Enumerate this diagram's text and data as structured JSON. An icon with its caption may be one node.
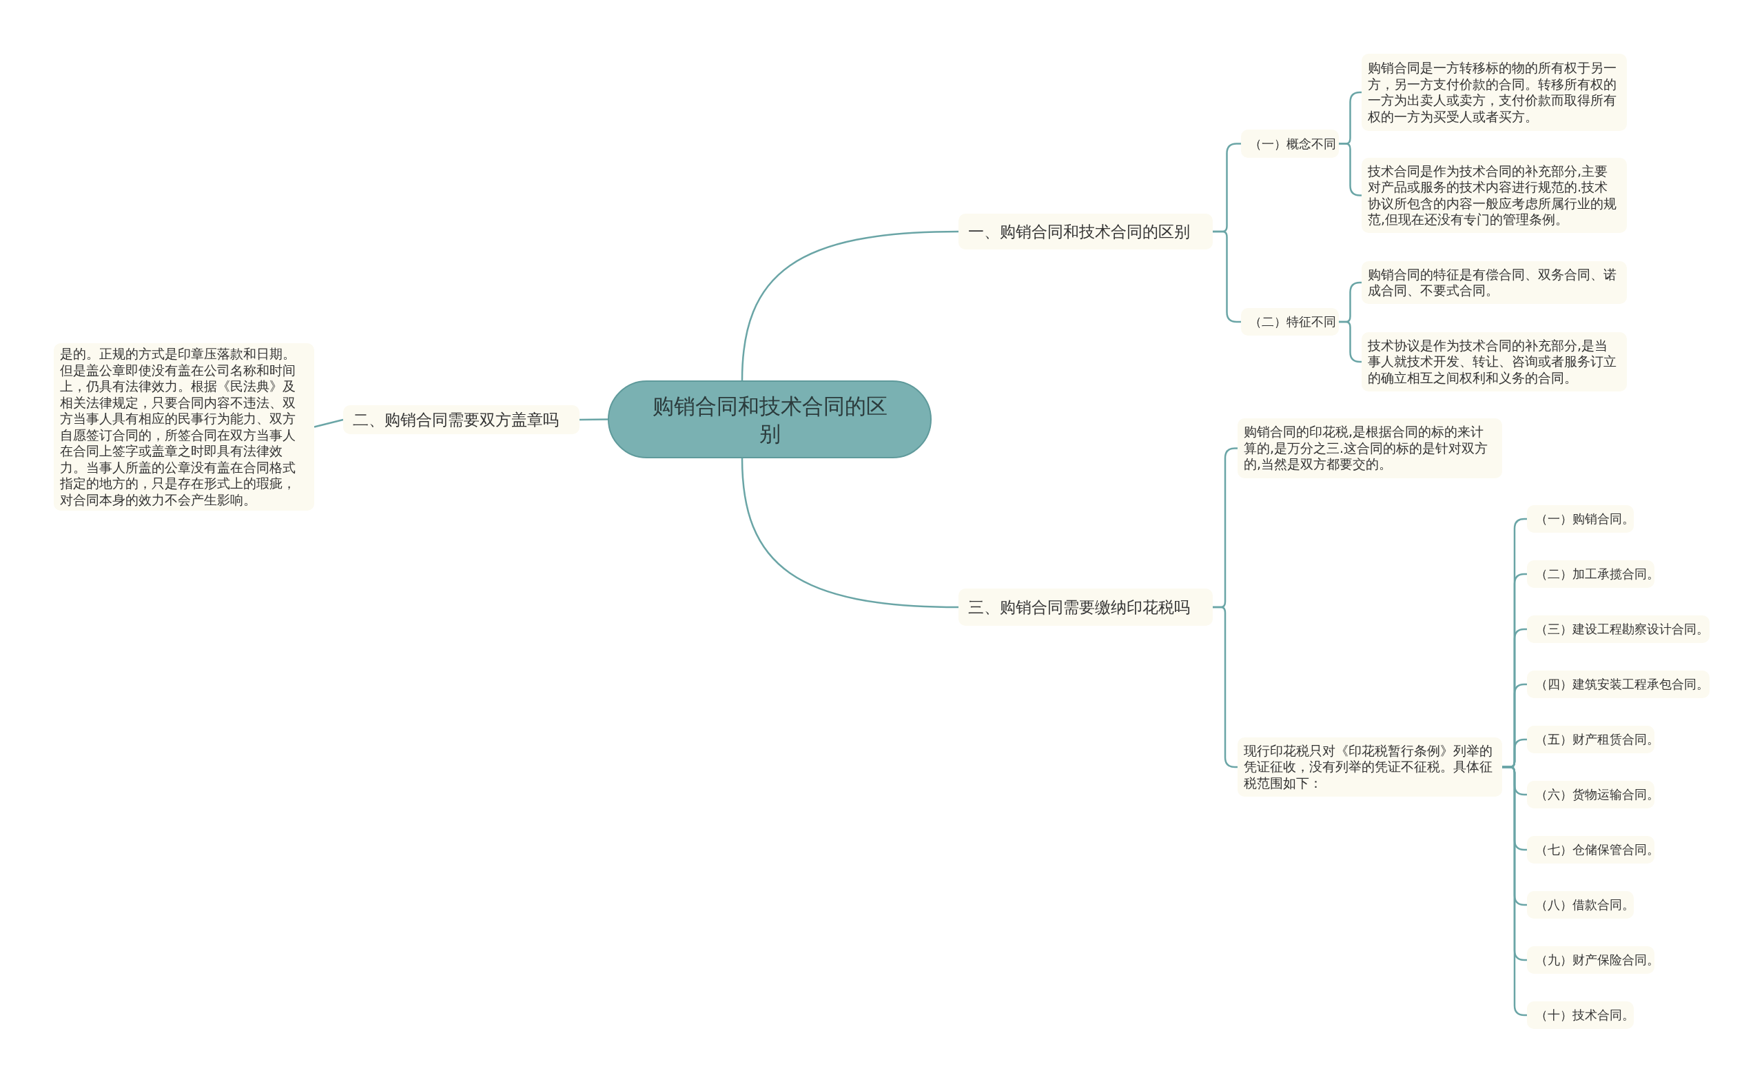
{
  "diagram": {
    "nodes": [
      {
        "text": [
          "购销合同和技术合同的区别"
        ]
      },
      {
        "text": [
          "一、购销合同和技术合同的区别"
        ]
      },
      {
        "text": [
          "（一）概念不同"
        ]
      },
      {
        "text": [
          "购销合同是一方转移标的物的所有权于另一方，另一方支付价款的合同。转移所有权的一方为出卖人或卖方，支付价款而取得所有权的一方为买受人或者买方。"
        ]
      },
      {
        "text": [
          "技术合同是作为技术合同的补充部分,主要对产品或服务的技术内容进行规范的.技术协议所包含的内容一般应考虑所属行业的规范,但现在还没有专门的管理条例。"
        ]
      },
      {
        "text": [
          "（二）特征不同"
        ]
      },
      {
        "text": [
          "购销合同的特征是有偿合同、双务合同、诺成合同、不要式合同。"
        ]
      },
      {
        "text": [
          "技术协议是作为技术合同的补充部分,是当事人就技术开发、转让、咨询或者服务订立的确立相互之间权利和义务的合同。"
        ]
      },
      {
        "text": [
          "二、购销合同需要双方盖章吗"
        ]
      },
      {
        "text": [
          "是的。正规的方式是印章压落款和日期。但是盖公章即使没有盖在公司名称和时间上，仍具有法律效力。根据《民法典》及相关法律规定，只要合同内容不违法、双方当事人具有相应的民事行为能力、双方自愿签订合同的，所签合同在双方当事人在合同上签字或盖章之时即具有法律效力。当事人所盖的公章没有盖在合同格式指定的地方的，只是存在形式上的瑕疵，对合同本身的效力不会产生影响。"
        ]
      },
      {
        "text": [
          "三、购销合同需要缴纳印花税吗"
        ]
      },
      {
        "text": [
          "购销合同的印花税,是根据合同的标的来计算的,是万分之三.这合同的标的是针对双方的,当然是双方都要交的。"
        ]
      },
      {
        "text": [
          "现行印花税只对《印花税暂行条例》列举的凭证征收，没有列举的凭证不征税。具体征税范围如下："
        ]
      },
      {
        "text": [
          "（一）购销合同。"
        ]
      },
      {
        "text": [
          "（二）加工承揽合同。"
        ]
      },
      {
        "text": [
          "（三）建设工程勘察设计合同。"
        ]
      },
      {
        "text": [
          "（四）建筑安装工程承包合同。"
        ]
      },
      {
        "text": [
          "（五）财产租赁合同。"
        ]
      },
      {
        "text": [
          "（六）货物运输合同。"
        ]
      },
      {
        "text": [
          "（七）仓储保管合同。"
        ]
      },
      {
        "text": [
          "（八）借款合同。"
        ]
      },
      {
        "text": [
          "（九）财产保险合同。"
        ]
      },
      {
        "text": [
          "（十）技术合同。"
        ]
      }
    ],
    "edges": [
      {
        "from": 0,
        "to": 1,
        "arrow": "none"
      },
      {
        "from": 1,
        "to": 2,
        "arrow": "none"
      },
      {
        "from": 2,
        "to": 3,
        "arrow": "none"
      },
      {
        "from": 2,
        "to": 4,
        "arrow": "none"
      },
      {
        "from": 1,
        "to": 5,
        "arrow": "none"
      },
      {
        "from": 5,
        "to": 6,
        "arrow": "none"
      },
      {
        "from": 5,
        "to": 7,
        "arrow": "none"
      },
      {
        "from": 0,
        "to": 8,
        "arrow": "none"
      },
      {
        "from": 8,
        "to": 9,
        "arrow": "none"
      },
      {
        "from": 0,
        "to": 10,
        "arrow": "none"
      },
      {
        "from": 10,
        "to": 11,
        "arrow": "none"
      },
      {
        "from": 10,
        "to": 12,
        "arrow": "none"
      },
      {
        "from": 12,
        "to": 13,
        "arrow": "none"
      },
      {
        "from": 12,
        "to": 14,
        "arrow": "none"
      },
      {
        "from": 12,
        "to": 15,
        "arrow": "none"
      },
      {
        "from": 12,
        "to": 16,
        "arrow": "none"
      },
      {
        "from": 12,
        "to": 17,
        "arrow": "none"
      },
      {
        "from": 12,
        "to": 18,
        "arrow": "none"
      },
      {
        "from": 12,
        "to": 19,
        "arrow": "none"
      },
      {
        "from": 12,
        "to": 20,
        "arrow": "none"
      },
      {
        "from": 12,
        "to": 21,
        "arrow": "none"
      },
      {
        "from": 12,
        "to": 22,
        "arrow": "none"
      }
    ]
  }
}
